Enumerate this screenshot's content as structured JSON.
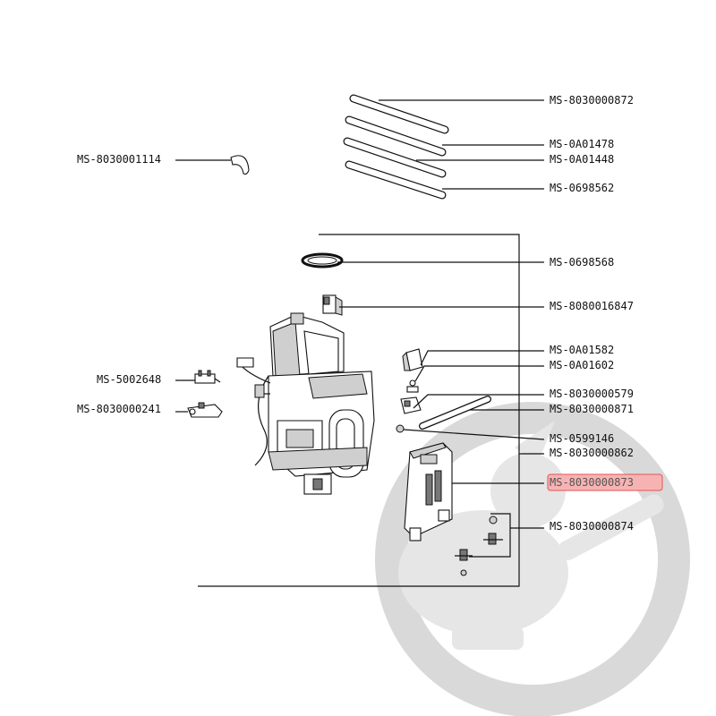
{
  "watermark": {
    "name": "shop-logo-watermark",
    "ring_color": "#d9d9d9",
    "figure_color": "#e6e6e6"
  },
  "highlight": {
    "fill": "#f7b3b3",
    "stroke": "#e05555"
  },
  "callouts": [
    {
      "id": "top-tube",
      "label": "MS-8030000872",
      "highlighted": false
    },
    {
      "id": "tube-2",
      "label": "MS-0A01478",
      "highlighted": false
    },
    {
      "id": "tube-3",
      "label": "MS-0A01448",
      "highlighted": false
    },
    {
      "id": "tube-4",
      "label": "MS-0698562",
      "highlighted": false
    },
    {
      "id": "clip-left",
      "label": "MS-8030001114",
      "highlighted": false
    },
    {
      "id": "ring-seal",
      "label": "MS-0698568",
      "highlighted": false
    },
    {
      "id": "bracket",
      "label": "MS-8080016847",
      "highlighted": false
    },
    {
      "id": "cap",
      "label": "MS-0A01582",
      "highlighted": false
    },
    {
      "id": "screw",
      "label": "MS-0A01602",
      "highlighted": false
    },
    {
      "id": "connector",
      "label": "MS-8030000579",
      "highlighted": false
    },
    {
      "id": "rod",
      "label": "MS-8030000871",
      "highlighted": false
    },
    {
      "id": "small-clip",
      "label": "MS-0599146",
      "highlighted": false
    },
    {
      "id": "frame",
      "label": "MS-8030000862",
      "highlighted": false
    },
    {
      "id": "panel",
      "label": "MS-8030000873",
      "highlighted": true
    },
    {
      "id": "valves",
      "label": "MS-8030000874",
      "highlighted": false
    },
    {
      "id": "switch",
      "label": "MS-5002648",
      "highlighted": false
    },
    {
      "id": "sensor",
      "label": "MS-8030000241",
      "highlighted": false
    }
  ]
}
